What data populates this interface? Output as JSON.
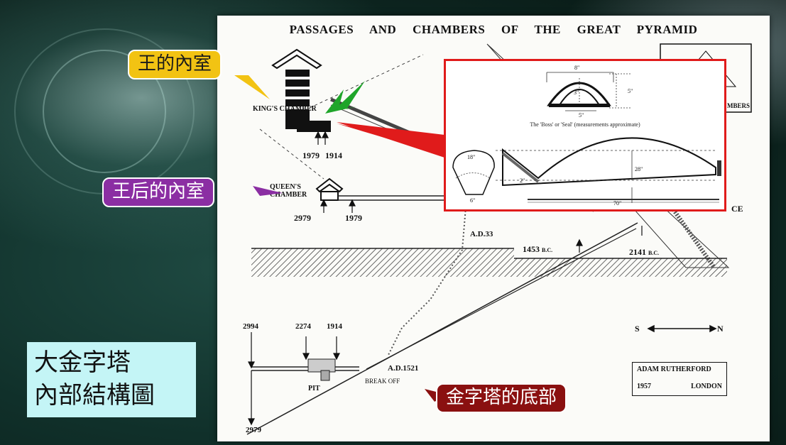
{
  "slide": {
    "main_label_line1": "大金字塔",
    "main_label_line2": "內部結構圖"
  },
  "callouts": {
    "kings_chamber_zh": "王的內室",
    "queens_chamber_zh": "王后的內室",
    "pyramid_base_zh": "金字塔的底部"
  },
  "diagram": {
    "title": "PASSAGES AND CHAMBERS OF THE GREAT PYRAMID",
    "kings_chamber": "KING'S CHAMBER",
    "queens_chamber": "QUEEN'S CHAMBER",
    "years": {
      "k1": "1979",
      "k2": "1914",
      "q1": "2979",
      "q2": "1979",
      "ad33": "A.D.33",
      "bc1453_num": "1453",
      "bc1453_suf": "B.C.",
      "bc2141_num": "2141",
      "bc2141_suf": "B.C.",
      "b1": "2994",
      "b2": "2274",
      "b3": "1914",
      "ad1521": "A.D.1521",
      "bottom": "2979"
    },
    "pit": "PIT",
    "break_off": "BREAK OFF",
    "compass_s": "S",
    "compass_n": "N",
    "chambers_fragment": "MBERS",
    "entrance_fragment": "CE",
    "credit_name": "ADAM RUTHERFORD",
    "credit_year": "1957",
    "credit_city": "LONDON"
  },
  "inset": {
    "caption": "The 'Boss' or 'Seal' (measurements approximate)",
    "dims": {
      "w8": "8\"",
      "h3": "3\"",
      "h5": "5\"",
      "w5": "5\"",
      "d18": "18\"",
      "h28": "28\"",
      "w70": "70\"",
      "w6": "6\"",
      "a2": "2\""
    }
  },
  "colors": {
    "yellow_callout": "#f2c313",
    "purple_callout": "#8b2ea3",
    "red_callout": "#8a1010",
    "inset_border": "#e01b1b",
    "label_bg": "#c4f5f6",
    "green_arrow": "#1fa52a"
  }
}
